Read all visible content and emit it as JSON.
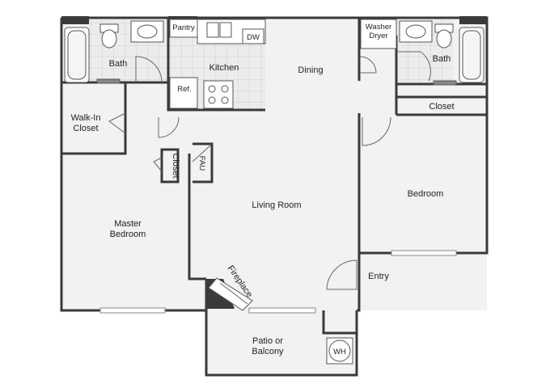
{
  "rooms": {
    "bath_left": "Bath",
    "pantry": "Pantry",
    "dishwasher": "DW",
    "kitchen": "Kitchen",
    "refrigerator": "Ref.",
    "dining": "Dining",
    "washer_dryer_line1": "Washer",
    "washer_dryer_line2": "Dryer",
    "bath_right": "Bath",
    "closet_right": "Closet",
    "walkin_line1": "Walk-In",
    "walkin_line2": "Closet",
    "closet_hall": "Closet",
    "fau": "FAU",
    "living_room": "Living Room",
    "bedroom": "Bedroom",
    "master_line1": "Master",
    "master_line2": "Bedroom",
    "fireplace": "Fireplace",
    "entry": "Entry",
    "patio_line1": "Patio or",
    "patio_line2": "Balcony",
    "water_heater": "WH"
  },
  "colors": {
    "wall": "#3a3a3a",
    "floor": "#f2f2f2",
    "tile": "#ebebeb",
    "grid": "#c8c8c8",
    "line": "#666666"
  }
}
